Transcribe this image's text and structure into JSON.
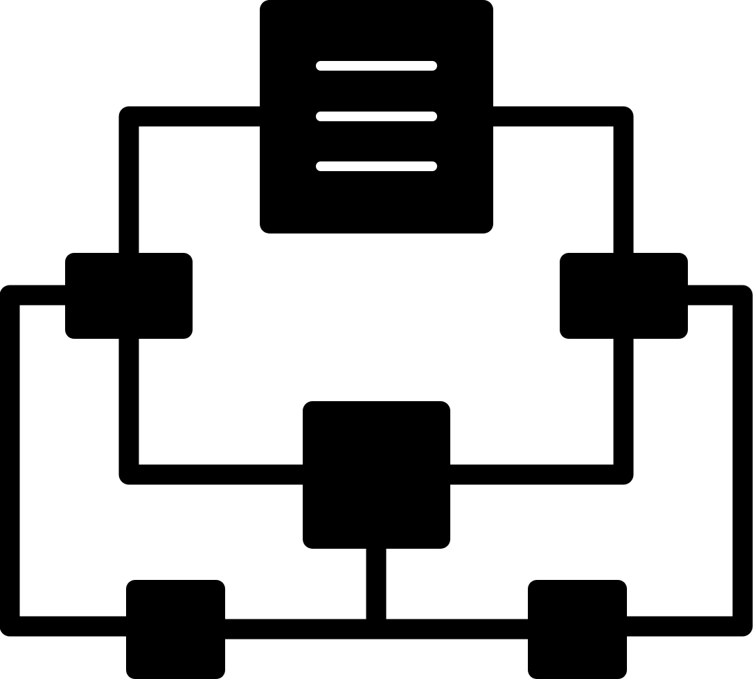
{
  "icon": {
    "name": "flowchart-network-icon",
    "style": "glyph",
    "colors": {
      "foreground": "#000000",
      "background": "#ffffff",
      "document_lines": "#ffffff"
    },
    "nodes": [
      {
        "id": "document",
        "kind": "document-icon"
      },
      {
        "id": "left-middle",
        "kind": "square-node"
      },
      {
        "id": "right-middle",
        "kind": "square-node"
      },
      {
        "id": "center-hub",
        "kind": "square-node"
      },
      {
        "id": "bottom-left",
        "kind": "square-node"
      },
      {
        "id": "bottom-right",
        "kind": "square-node"
      }
    ],
    "edges": [
      [
        "document",
        "left-middle"
      ],
      [
        "document",
        "right-middle"
      ],
      [
        "left-middle",
        "center-hub"
      ],
      [
        "right-middle",
        "center-hub"
      ],
      [
        "left-middle",
        "bottom-left"
      ],
      [
        "right-middle",
        "bottom-right"
      ],
      [
        "center-hub",
        "bottom-left"
      ],
      [
        "center-hub",
        "bottom-right"
      ]
    ]
  }
}
